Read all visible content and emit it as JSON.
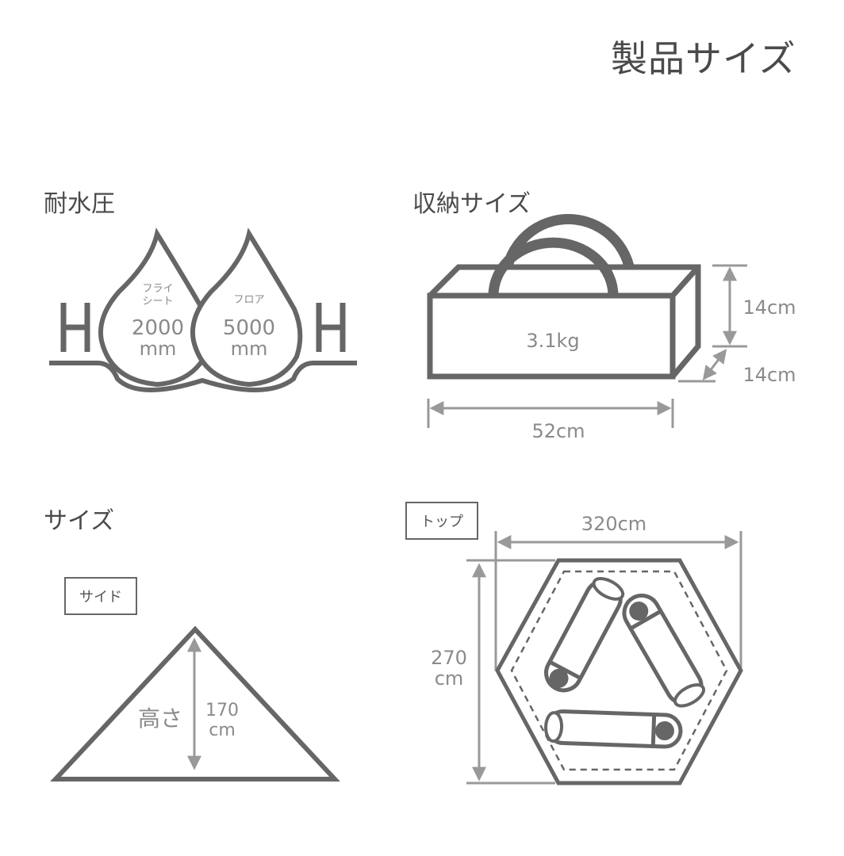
{
  "page": {
    "title": "製品サイズ"
  },
  "waterproof": {
    "heading": "耐水圧",
    "left_letter": "H",
    "right_letter": "H",
    "drops": [
      {
        "label_line1": "フライ",
        "label_line2": "シート",
        "value": "2000",
        "unit": "mm"
      },
      {
        "label_line1": "フロア",
        "label_line2": "",
        "value": "5000",
        "unit": "mm"
      }
    ]
  },
  "storage": {
    "heading": "収納サイズ",
    "weight": "3.1kg",
    "width": "52cm",
    "height": "14cm",
    "depth": "14cm"
  },
  "size": {
    "heading": "サイズ",
    "side_tag": "サイド",
    "height_label": "高さ",
    "height_value": "170",
    "height_unit": "cm"
  },
  "top": {
    "tag": "トップ",
    "width": "320cm",
    "depth_value": "270",
    "depth_unit": "cm",
    "sleeping_bags": 3
  },
  "colors": {
    "line": "#666666",
    "dimension": "#999999",
    "text": "#4a4a4a",
    "label": "#8a8a8a"
  }
}
